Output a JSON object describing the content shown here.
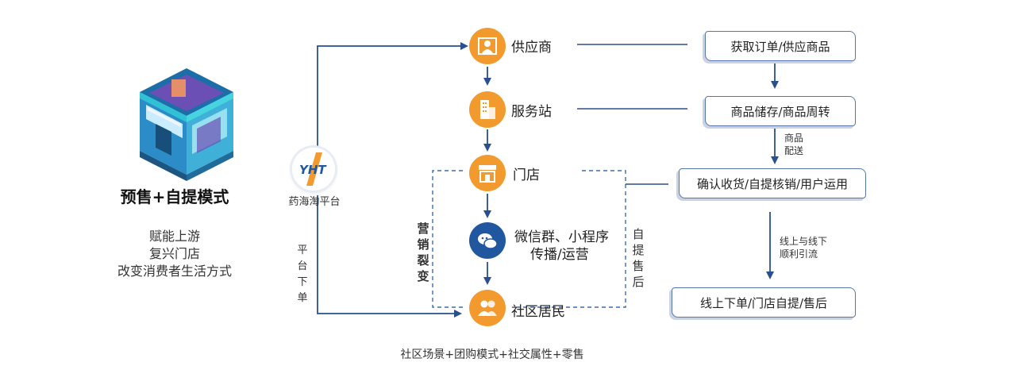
{
  "model": {
    "title": "预售+自提模式",
    "lines": [
      "赋能上游",
      "复兴门店",
      "改变消费者生活方式"
    ]
  },
  "platform": {
    "logo_text": "YHT",
    "name": "药海淘平台",
    "order_label": [
      "平",
      "台",
      "下",
      "单"
    ]
  },
  "chain": {
    "nodes": [
      {
        "label": "供应商",
        "icon": "supplier-icon"
      },
      {
        "label": "服务站",
        "icon": "building-icon"
      },
      {
        "label": "门店",
        "icon": "store-icon"
      },
      {
        "label": "微信群、小程序",
        "label2": "传播/运营",
        "icon": "wechat-icon"
      },
      {
        "label": "社区居民",
        "icon": "people-icon"
      }
    ],
    "left_loop_label": [
      "营",
      "销",
      "裂",
      "变"
    ],
    "right_loop_label": [
      "自",
      "提",
      "售",
      "后"
    ]
  },
  "flow": {
    "boxes": [
      "获取订单/供应商品",
      "商品储存/商品周转",
      "确认收货/自提核销/用户运用",
      "线上下单/门店自提/售后"
    ],
    "notes": {
      "delivery": [
        "商品",
        "配送"
      ],
      "guide": [
        "线上与线下",
        "顺利引流"
      ]
    }
  },
  "footer": "社区场景+团购模式+社交属性+零售",
  "colors": {
    "orange": "#f39a2e",
    "navy": "#21579f",
    "line": "#2a4f8f",
    "dashed": "#3d6bb0"
  }
}
